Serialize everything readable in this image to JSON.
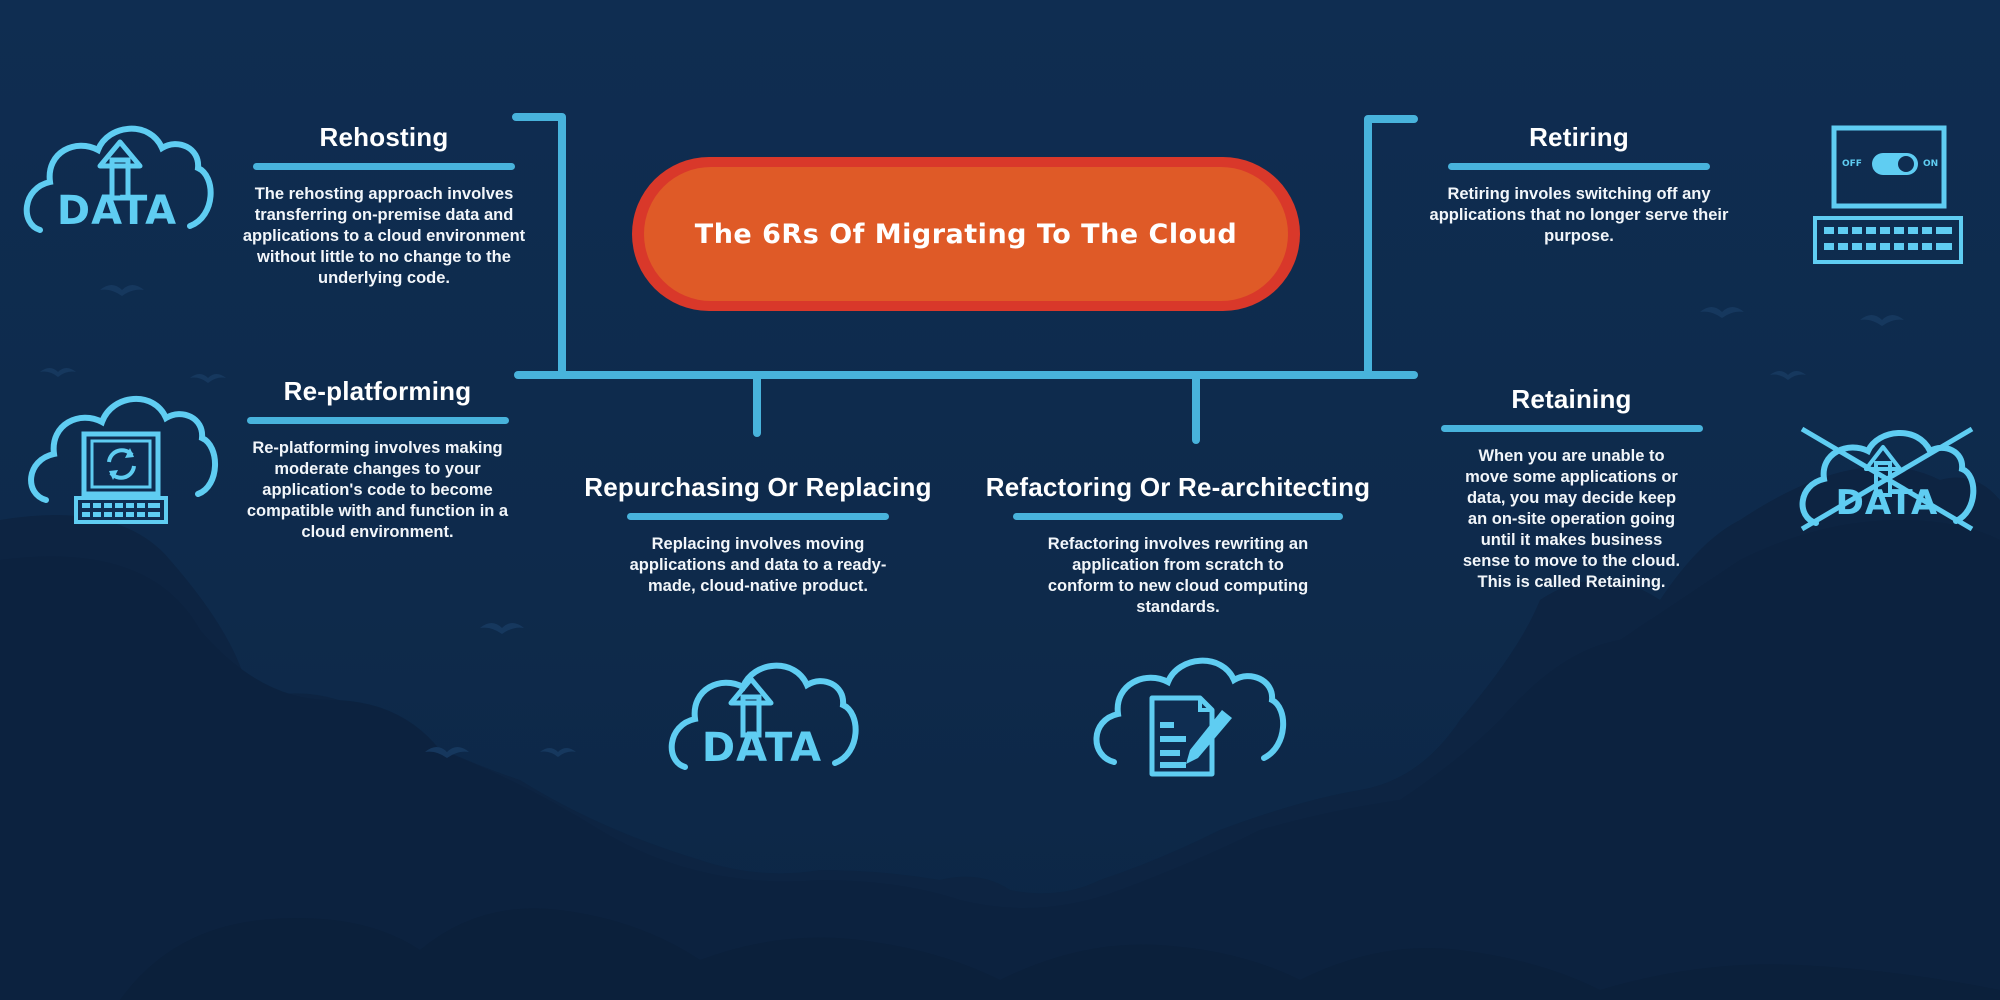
{
  "title": "The 6Rs Of Migrating To The Cloud",
  "sections": {
    "rehosting": {
      "title": "Rehosting",
      "description": "The rehosting approach involves transferring on-premise data and applications to a cloud environment without little to no change to the underlying code.",
      "icon": "data-cloud-upload-icon",
      "icon_text": "DATA"
    },
    "replatforming": {
      "title": "Re-platforming",
      "description": "Re-platforming involves making moderate changes to your application's code to become compatible with and function in a cloud environment.",
      "icon": "cloud-computer-refresh-icon"
    },
    "repurchasing": {
      "title": "Repurchasing Or Replacing",
      "description": "Replacing involves moving applications and data to a ready-made, cloud-native product.",
      "icon": "data-cloud-upload-icon",
      "icon_text": "DATA"
    },
    "refactoring": {
      "title": "Refactoring Or Re-architecting",
      "description": "Refactoring involves rewriting an application from scratch to conform to new cloud computing standards.",
      "icon": "cloud-document-edit-icon"
    },
    "retiring": {
      "title": "Retiring",
      "description": "Retiring involes switching off any applications that no longer serve their purpose.",
      "icon": "computer-off-switch-icon",
      "switch_off": "OFF",
      "switch_on": "ON"
    },
    "retaining": {
      "title": "Retaining",
      "description": "When you are unable to move some applications or data, you may decide keep an on-site operation going until it makes business sense to move to the cloud. This is called Retaining.",
      "icon": "data-cloud-crossed-icon",
      "icon_text": "DATA"
    }
  },
  "colors": {
    "background": "#0f2d51",
    "accent": "#48b3dc",
    "icon": "#5fcdf2",
    "pill_outer": "#d9382a",
    "pill_inner": "#df5a27",
    "text": "#ffffff"
  }
}
